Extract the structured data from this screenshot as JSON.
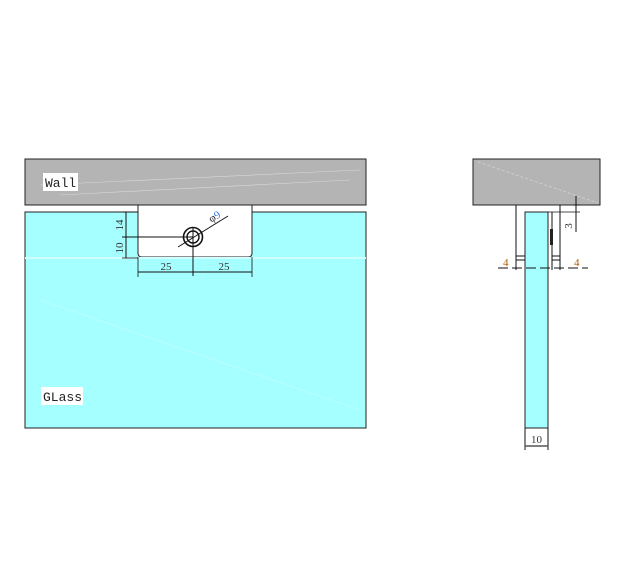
{
  "labels": {
    "wall": "Wall",
    "glass": "GLass"
  },
  "dimensions": {
    "hole_diameter": "φ9",
    "vertical_top": "14",
    "vertical_bottom": "10",
    "horizontal_left": "25",
    "horizontal_right": "25",
    "side_offset": "3",
    "side_left_gap": "4",
    "side_right_gap": "4",
    "glass_thickness": "10"
  },
  "colors": {
    "wall": "#b4b4b4",
    "glass": "#a6ffff",
    "gap_dim": "#b05a00",
    "phi": "#3a7ad0"
  }
}
